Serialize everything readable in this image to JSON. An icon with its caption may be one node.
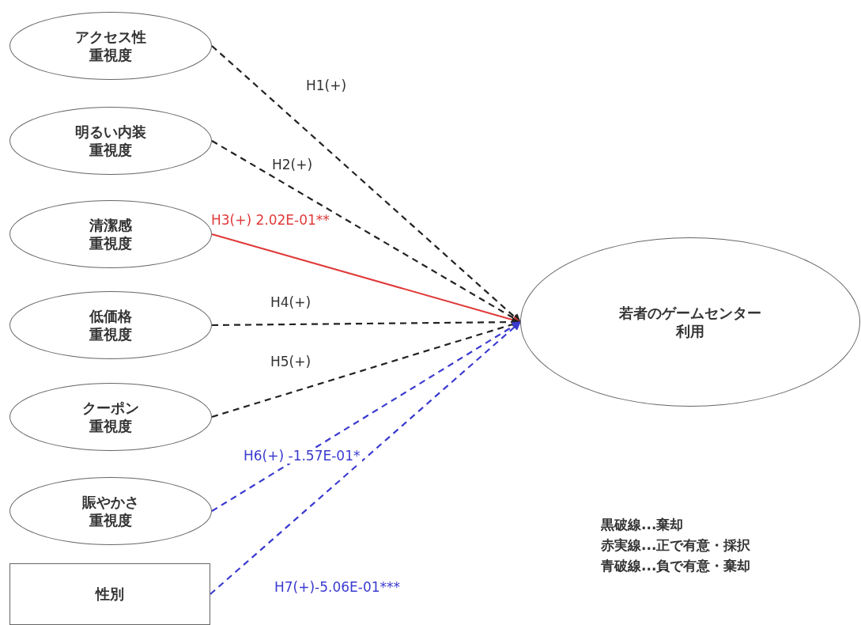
{
  "diagram": {
    "nodes": [
      {
        "text": [
          "アクセス性重視度"
        ]
      },
      {
        "text": [
          "明るい内装重視度"
        ]
      },
      {
        "text": [
          "清潔感重視度"
        ]
      },
      {
        "text": [
          "低価格重視度"
        ]
      },
      {
        "text": [
          "クーポン重視度"
        ]
      },
      {
        "text": [
          "賑やかさ重視度"
        ]
      },
      {
        "text": [
          "性別"
        ]
      },
      {
        "text": [
          "若者のゲームセンター利用"
        ]
      }
    ],
    "edges": [
      {
        "from": 0,
        "to": 7,
        "arrow": "to",
        "label": "H1(+)",
        "style": "dashed"
      },
      {
        "from": 1,
        "to": 7,
        "arrow": "to",
        "label": "H2(+)",
        "style": "dashed"
      },
      {
        "from": 2,
        "to": 7,
        "arrow": "to",
        "label": "H3(+) 2.02E-01**",
        "color": "#e03a3a"
      },
      {
        "from": 3,
        "to": 7,
        "arrow": "to",
        "label": "H4(+)",
        "style": "dashed"
      },
      {
        "from": 4,
        "to": 7,
        "arrow": "to",
        "label": "H5(+)",
        "style": "dashed"
      },
      {
        "from": 5,
        "to": 7,
        "arrow": "to",
        "label": "H6(+) -1.57E-01*",
        "style": "dashed",
        "color": "#3a3ad0"
      },
      {
        "from": 6,
        "to": 7,
        "arrow": "to",
        "label": "H7(+)-5.06E-01***",
        "style": "dashed",
        "color": "#3a3ad0"
      }
    ],
    "labels": [
      "黒破線...棄却",
      "赤実線...正で有意・採択",
      "青破線...負で有意・棄却"
    ]
  }
}
